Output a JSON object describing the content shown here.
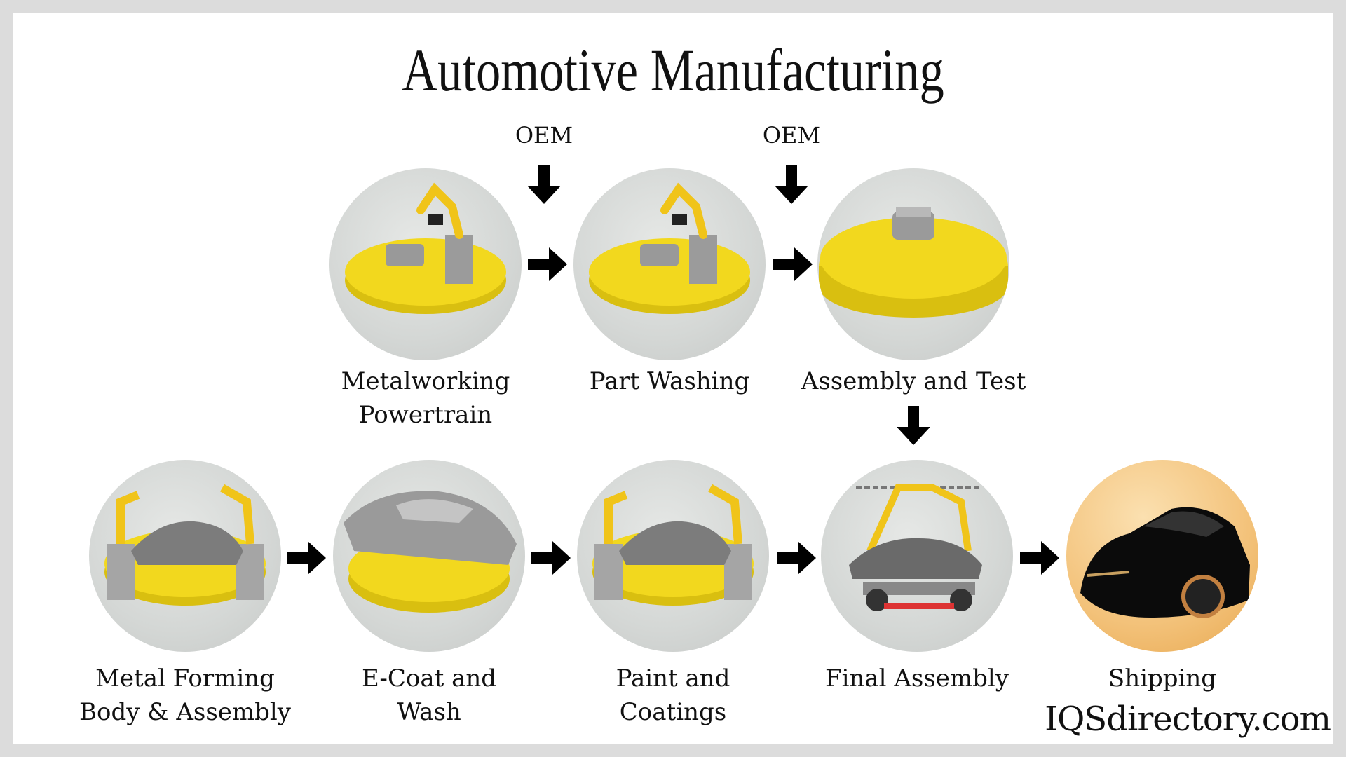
{
  "title": "Automotive Manufacturing",
  "oem_labels": [
    "OEM",
    "OEM"
  ],
  "steps": [
    {
      "lines": [
        "Metalworking",
        "Powertrain"
      ]
    },
    {
      "lines": [
        "Part Washing"
      ]
    },
    {
      "lines": [
        "Assembly and Test"
      ]
    },
    {
      "lines": [
        "Metal Forming",
        "Body & Assembly"
      ]
    },
    {
      "lines": [
        "E-Coat and",
        "Wash"
      ]
    },
    {
      "lines": [
        "Paint and",
        "Coatings"
      ]
    },
    {
      "lines": [
        "Final Assembly"
      ]
    },
    {
      "lines": [
        "Shipping"
      ]
    }
  ],
  "brand": "IQSdirectory.com",
  "colors": {
    "platform": "#f2d81e",
    "robot": "#f0c419",
    "arrow": "#000000",
    "border": "#dcdcdc"
  }
}
